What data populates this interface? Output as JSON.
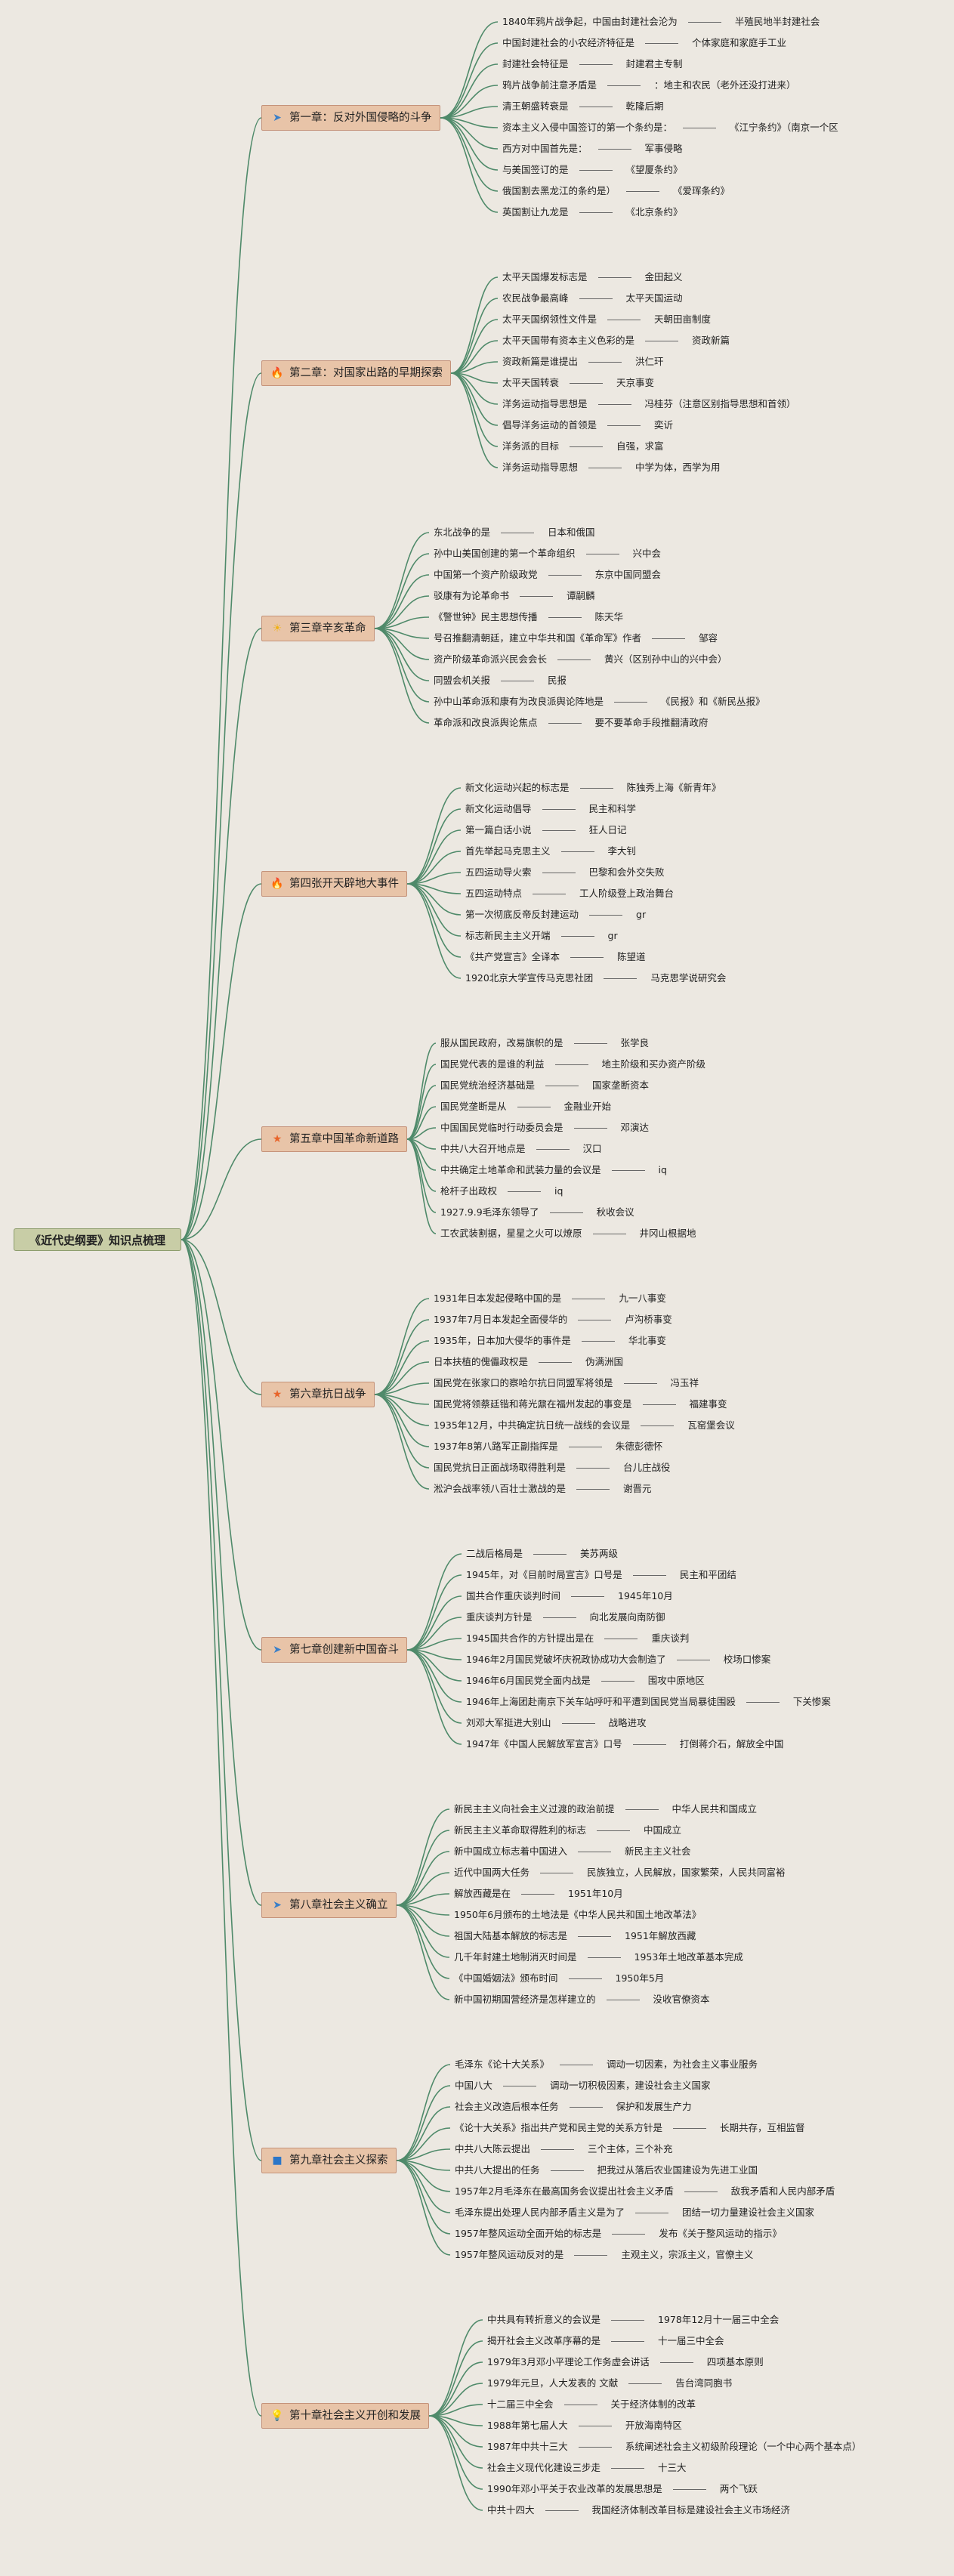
{
  "root": {
    "title": "《近代史纲要》知识点梳理"
  },
  "chapters": [
    {
      "icon": "paper-plane-icon",
      "title": "第一章：反对外国侵略的斗争",
      "items": [
        {
          "q": "1840年鸦片战争起，中国由封建社会沦为",
          "a": "半殖民地半封建社会"
        },
        {
          "q": "中国封建社会的小农经济特征是",
          "a": "个体家庭和家庭手工业"
        },
        {
          "q": "封建社会特征是",
          "a": "封建君主专制"
        },
        {
          "q": "鸦片战争前注意矛盾是",
          "a": "：地主和农民（老外还没打进来）"
        },
        {
          "q": "清王朝盛转衰是",
          "a": "乾隆后期"
        },
        {
          "q": "资本主义入侵中国签订的第一个条约是：",
          "a": "《江宁条约》（南京一个区"
        },
        {
          "q": "西方对中国首先是：",
          "a": "军事侵略"
        },
        {
          "q": "与美国签订的是",
          "a": "《望厦条约》"
        },
        {
          "q": "俄国割去黑龙江的条约是）",
          "a": "《爱珲条约》"
        },
        {
          "q": "英国割让九龙是",
          "a": "《北京条约》"
        }
      ]
    },
    {
      "icon": "fire-icon",
      "title": "第二章：对国家出路的早期探索",
      "items": [
        {
          "q": "太平天国爆发标志是",
          "a": "金田起义"
        },
        {
          "q": "农民战争最高峰",
          "a": "太平天国运动"
        },
        {
          "q": "太平天国纲领性文件是",
          "a": "天朝田亩制度"
        },
        {
          "q": "太平天国带有资本主义色彩的是",
          "a": "资政新篇"
        },
        {
          "q": "资政新篇是谁提出",
          "a": "洪仁玕"
        },
        {
          "q": "太平天国转衰",
          "a": "天京事变"
        },
        {
          "q": "洋务运动指导思想是",
          "a": "冯桂芬（注意区别指导思想和首领）"
        },
        {
          "q": "倡导洋务运动的首领是",
          "a": "奕䜣"
        },
        {
          "q": "洋务派的目标",
          "a": "自强，求富"
        },
        {
          "q": "洋务运动指导思想",
          "a": "中学为体，西学为用"
        }
      ]
    },
    {
      "icon": "sun-icon",
      "title": "第三章辛亥革命",
      "items": [
        {
          "q": "东北战争的是",
          "a": "日本和俄国"
        },
        {
          "q": "孙中山美国创建的第一个革命组织",
          "a": "兴中会"
        },
        {
          "q": "中国第一个资产阶级政党",
          "a": "东京中国同盟会"
        },
        {
          "q": "驳康有为论革命书",
          "a": "谭嗣麟"
        },
        {
          "q": "《警世钟》民主思想传播",
          "a": "陈天华"
        },
        {
          "q": "号召推翻清朝廷，建立中华共和国《革命军》作者",
          "a": "邹容"
        },
        {
          "q": "资产阶级革命派兴民会会长",
          "a": "黄兴（区别孙中山的兴中会）"
        },
        {
          "q": "同盟会机关报",
          "a": "民报"
        },
        {
          "q": "孙中山革命派和康有为改良派舆论阵地是",
          "a": "《民报》和《新民丛报》"
        },
        {
          "q": "革命派和改良派舆论焦点",
          "a": "要不要革命手段推翻清政府"
        }
      ]
    },
    {
      "icon": "fire-icon",
      "title": "第四张开天辟地大事件",
      "items": [
        {
          "q": "新文化运动兴起的标志是",
          "a": "陈独秀上海《新青年》"
        },
        {
          "q": "新文化运动倡导",
          "a": "民主和科学"
        },
        {
          "q": "第一篇白话小说",
          "a": "狂人日记"
        },
        {
          "q": "首先举起马克思主义",
          "a": "李大钊"
        },
        {
          "q": "五四运动导火索",
          "a": "巴黎和会外交失败"
        },
        {
          "q": "五四运动特点",
          "a": "工人阶级登上政治舞台"
        },
        {
          "q": "第一次彻底反帝反封建运动",
          "a": "gr"
        },
        {
          "q": "标志新民主主义开端",
          "a": "gr"
        },
        {
          "q": "《共产党宣言》全译本",
          "a": "陈望道"
        },
        {
          "q": "1920北京大学宣传马克思社团",
          "a": "马克思学说研究会"
        }
      ]
    },
    {
      "icon": "star-icon",
      "title": "第五章中国革命新道路",
      "items": [
        {
          "q": "服从国民政府，改易旗帜的是",
          "a": "张学良"
        },
        {
          "q": "国民党代表的是谁的利益",
          "a": "地主阶级和买办资产阶级"
        },
        {
          "q": "国民党统治经济基础是",
          "a": "国家垄断资本"
        },
        {
          "q": "国民党垄断是从",
          "a": "金融业开始"
        },
        {
          "q": "中国国民党临时行动委员会是",
          "a": "邓演达"
        },
        {
          "q": "中共八大召开地点是",
          "a": "汉口"
        },
        {
          "q": "中共确定土地革命和武装力量的会议是",
          "a": "iq"
        },
        {
          "q": "枪杆子出政权",
          "a": "iq"
        },
        {
          "q": "1927.9.9毛泽东领导了",
          "a": "秋收会议"
        },
        {
          "q": "工农武装割据，星星之火可以燎原",
          "a": "井冈山根据地"
        }
      ]
    },
    {
      "icon": "star-icon",
      "title": "第六章抗日战争",
      "items": [
        {
          "q": "1931年日本发起侵略中国的是",
          "a": "九一八事变"
        },
        {
          "q": "1937年7月日本发起全面侵华的",
          "a": "卢沟桥事变"
        },
        {
          "q": "1935年，日本加大侵华的事件是",
          "a": "华北事变"
        },
        {
          "q": "日本扶植的傀儡政权是",
          "a": "伪满洲国"
        },
        {
          "q": "国民党在张家口的察哈尔抗日同盟军将领是",
          "a": "冯玉祥"
        },
        {
          "q": "国民党将领蔡廷锴和蒋光鼐在福州发起的事变是",
          "a": "福建事变"
        },
        {
          "q": "1935年12月，中共确定抗日统一战线的会议是",
          "a": "瓦窑堡会议"
        },
        {
          "q": "1937年8第八路军正副指挥是",
          "a": "朱德彭德怀"
        },
        {
          "q": "国民党抗日正面战场取得胜利是",
          "a": "台儿庄战役"
        },
        {
          "q": "淞沪会战率领八百壮士激战的是",
          "a": "谢晋元"
        }
      ]
    },
    {
      "icon": "plane-icon",
      "title": "第七章创建新中国奋斗",
      "items": [
        {
          "q": "二战后格局是",
          "a": "美苏两级"
        },
        {
          "q": "1945年，对《目前时局宣言》口号是",
          "a": "民主和平团结"
        },
        {
          "q": "国共合作重庆谈判时间",
          "a": "1945年10月"
        },
        {
          "q": "重庆谈判方针是",
          "a": "向北发展向南防御"
        },
        {
          "q": "1945国共合作的方针提出是在",
          "a": "重庆谈判"
        },
        {
          "q": "1946年2月国民党破坏庆祝政协成功大会制造了",
          "a": "校场口惨案"
        },
        {
          "q": "1946年6月国民党全面内战是",
          "a": "围攻中原地区"
        },
        {
          "q": "1946年上海团赴南京下关车站呼吁和平遭到国民党当局暴徒围殴",
          "a": "下关惨案"
        },
        {
          "q": "刘邓大军挺进大别山",
          "a": "战略进攻"
        },
        {
          "q": "1947年《中国人民解放军宣言》口号",
          "a": "打倒蒋介石，解放全中国"
        }
      ]
    },
    {
      "icon": "paper-plane-icon",
      "title": "第八章社会主义确立",
      "items": [
        {
          "q": "新民主主义向社会主义过渡的政治前提",
          "a": "中华人民共和国成立"
        },
        {
          "q": "新民主主义革命取得胜利的标志",
          "a": "中国成立"
        },
        {
          "q": "新中国成立标志着中国进入",
          "a": "新民主主义社会"
        },
        {
          "q": "近代中国两大任务",
          "a": "民族独立，人民解放，国家繁荣，人民共同富裕"
        },
        {
          "q": "解放西藏是在",
          "a": "1951年10月"
        },
        {
          "q": "1950年6月颁布的土地法是《中华人民共和国土地改革法》",
          "a": ""
        },
        {
          "q": "祖国大陆基本解放的标志是",
          "a": "1951年解放西藏"
        },
        {
          "q": "几千年封建土地制消灭时间是",
          "a": "1953年土地改革基本完成"
        },
        {
          "q": "《中国婚姻法》颁布时间",
          "a": "1950年5月"
        },
        {
          "q": "新中国初期国营经济是怎样建立的",
          "a": "没收官僚资本"
        }
      ]
    },
    {
      "icon": "square-icon",
      "title": "第九章社会主义探索",
      "items": [
        {
          "q": "毛泽东《论十大关系》",
          "a": "调动一切因素，为社会主义事业服务"
        },
        {
          "q": "中国八大",
          "a": "调动一切积极因素，建设社会主义国家"
        },
        {
          "q": "社会主义改造后根本任务",
          "a": "保护和发展生产力"
        },
        {
          "q": "《论十大关系》指出共产党和民主党的关系方针是",
          "a": "长期共存，互相监督"
        },
        {
          "q": "中共八大陈云提出",
          "a": "三个主体，三个补充"
        },
        {
          "q": "中共八大提出的任务",
          "a": "把我过从落后农业国建设为先进工业国"
        },
        {
          "q": "1957年2月毛泽东在最高国务会议提出社会主义矛盾",
          "a": "敌我矛盾和人民内部矛盾"
        },
        {
          "q": "毛泽东提出处理人民内部矛盾主义是为了",
          "a": "团结一切力量建设社会主义国家"
        },
        {
          "q": "1957年整风运动全面开始的标志是",
          "a": "发布《关于整风运动的指示》"
        },
        {
          "q": "1957年整风运动反对的是",
          "a": "主观主义，宗派主义，官僚主义"
        }
      ]
    },
    {
      "icon": "lightbulb-icon",
      "title": "第十章社会主义开创和发展",
      "items": [
        {
          "q": "中共具有转折意义的会议是",
          "a": "1978年12月十一届三中全会"
        },
        {
          "q": "揭开社会主义改革序幕的是",
          "a": "十一届三中全会"
        },
        {
          "q": "1979年3月邓小平理论工作务虚会讲话",
          "a": "四项基本原则"
        },
        {
          "q": "1979年元旦，人大发表的 文献",
          "a": "告台湾同胞书"
        },
        {
          "q": "十二届三中全会",
          "a": "关于经济体制的改革"
        },
        {
          "q": "1988年第七届人大",
          "a": "开放海南特区"
        },
        {
          "q": "1987年中共十三大",
          "a": "系统阐述社会主义初级阶段理论（一个中心两个基本点）"
        },
        {
          "q": "社会主义现代化建设三步走",
          "a": "十三大"
        },
        {
          "q": "1990年邓小平关于农业改革的发展思想是",
          "a": "两个飞跃"
        },
        {
          "q": "中共十四大",
          "a": "我国经济体制改革目标是建设社会主义市场经济"
        }
      ]
    }
  ]
}
